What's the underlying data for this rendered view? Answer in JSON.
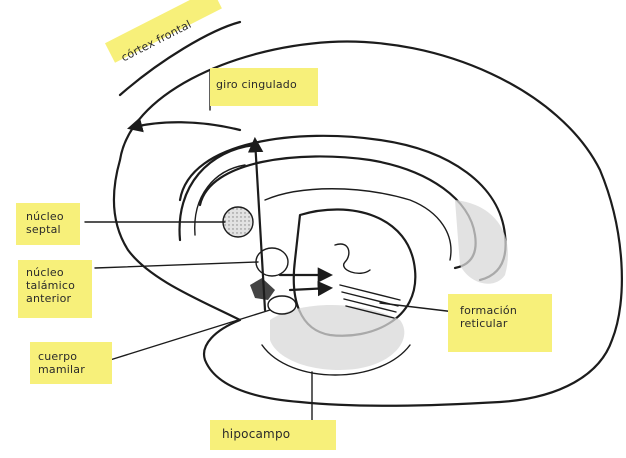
{
  "labels": {
    "cortex_frontal": "córtex frontal",
    "giro_cingulado": "giro cingulado",
    "nucleo_septal": [
      "núcleo",
      "septal"
    ],
    "nucleo_talamico": [
      "núcleo",
      "talámico",
      "anterior"
    ],
    "cuerpo_mamilar": [
      "cuerpo",
      "mamilar"
    ],
    "formacion_reticular": [
      "formación",
      "reticular"
    ],
    "hipocampo": "hipocampo"
  },
  "colors": {
    "highlight": "#f7f07a",
    "ink": "#1c1c1c",
    "stipple": "#d8d8d8"
  }
}
